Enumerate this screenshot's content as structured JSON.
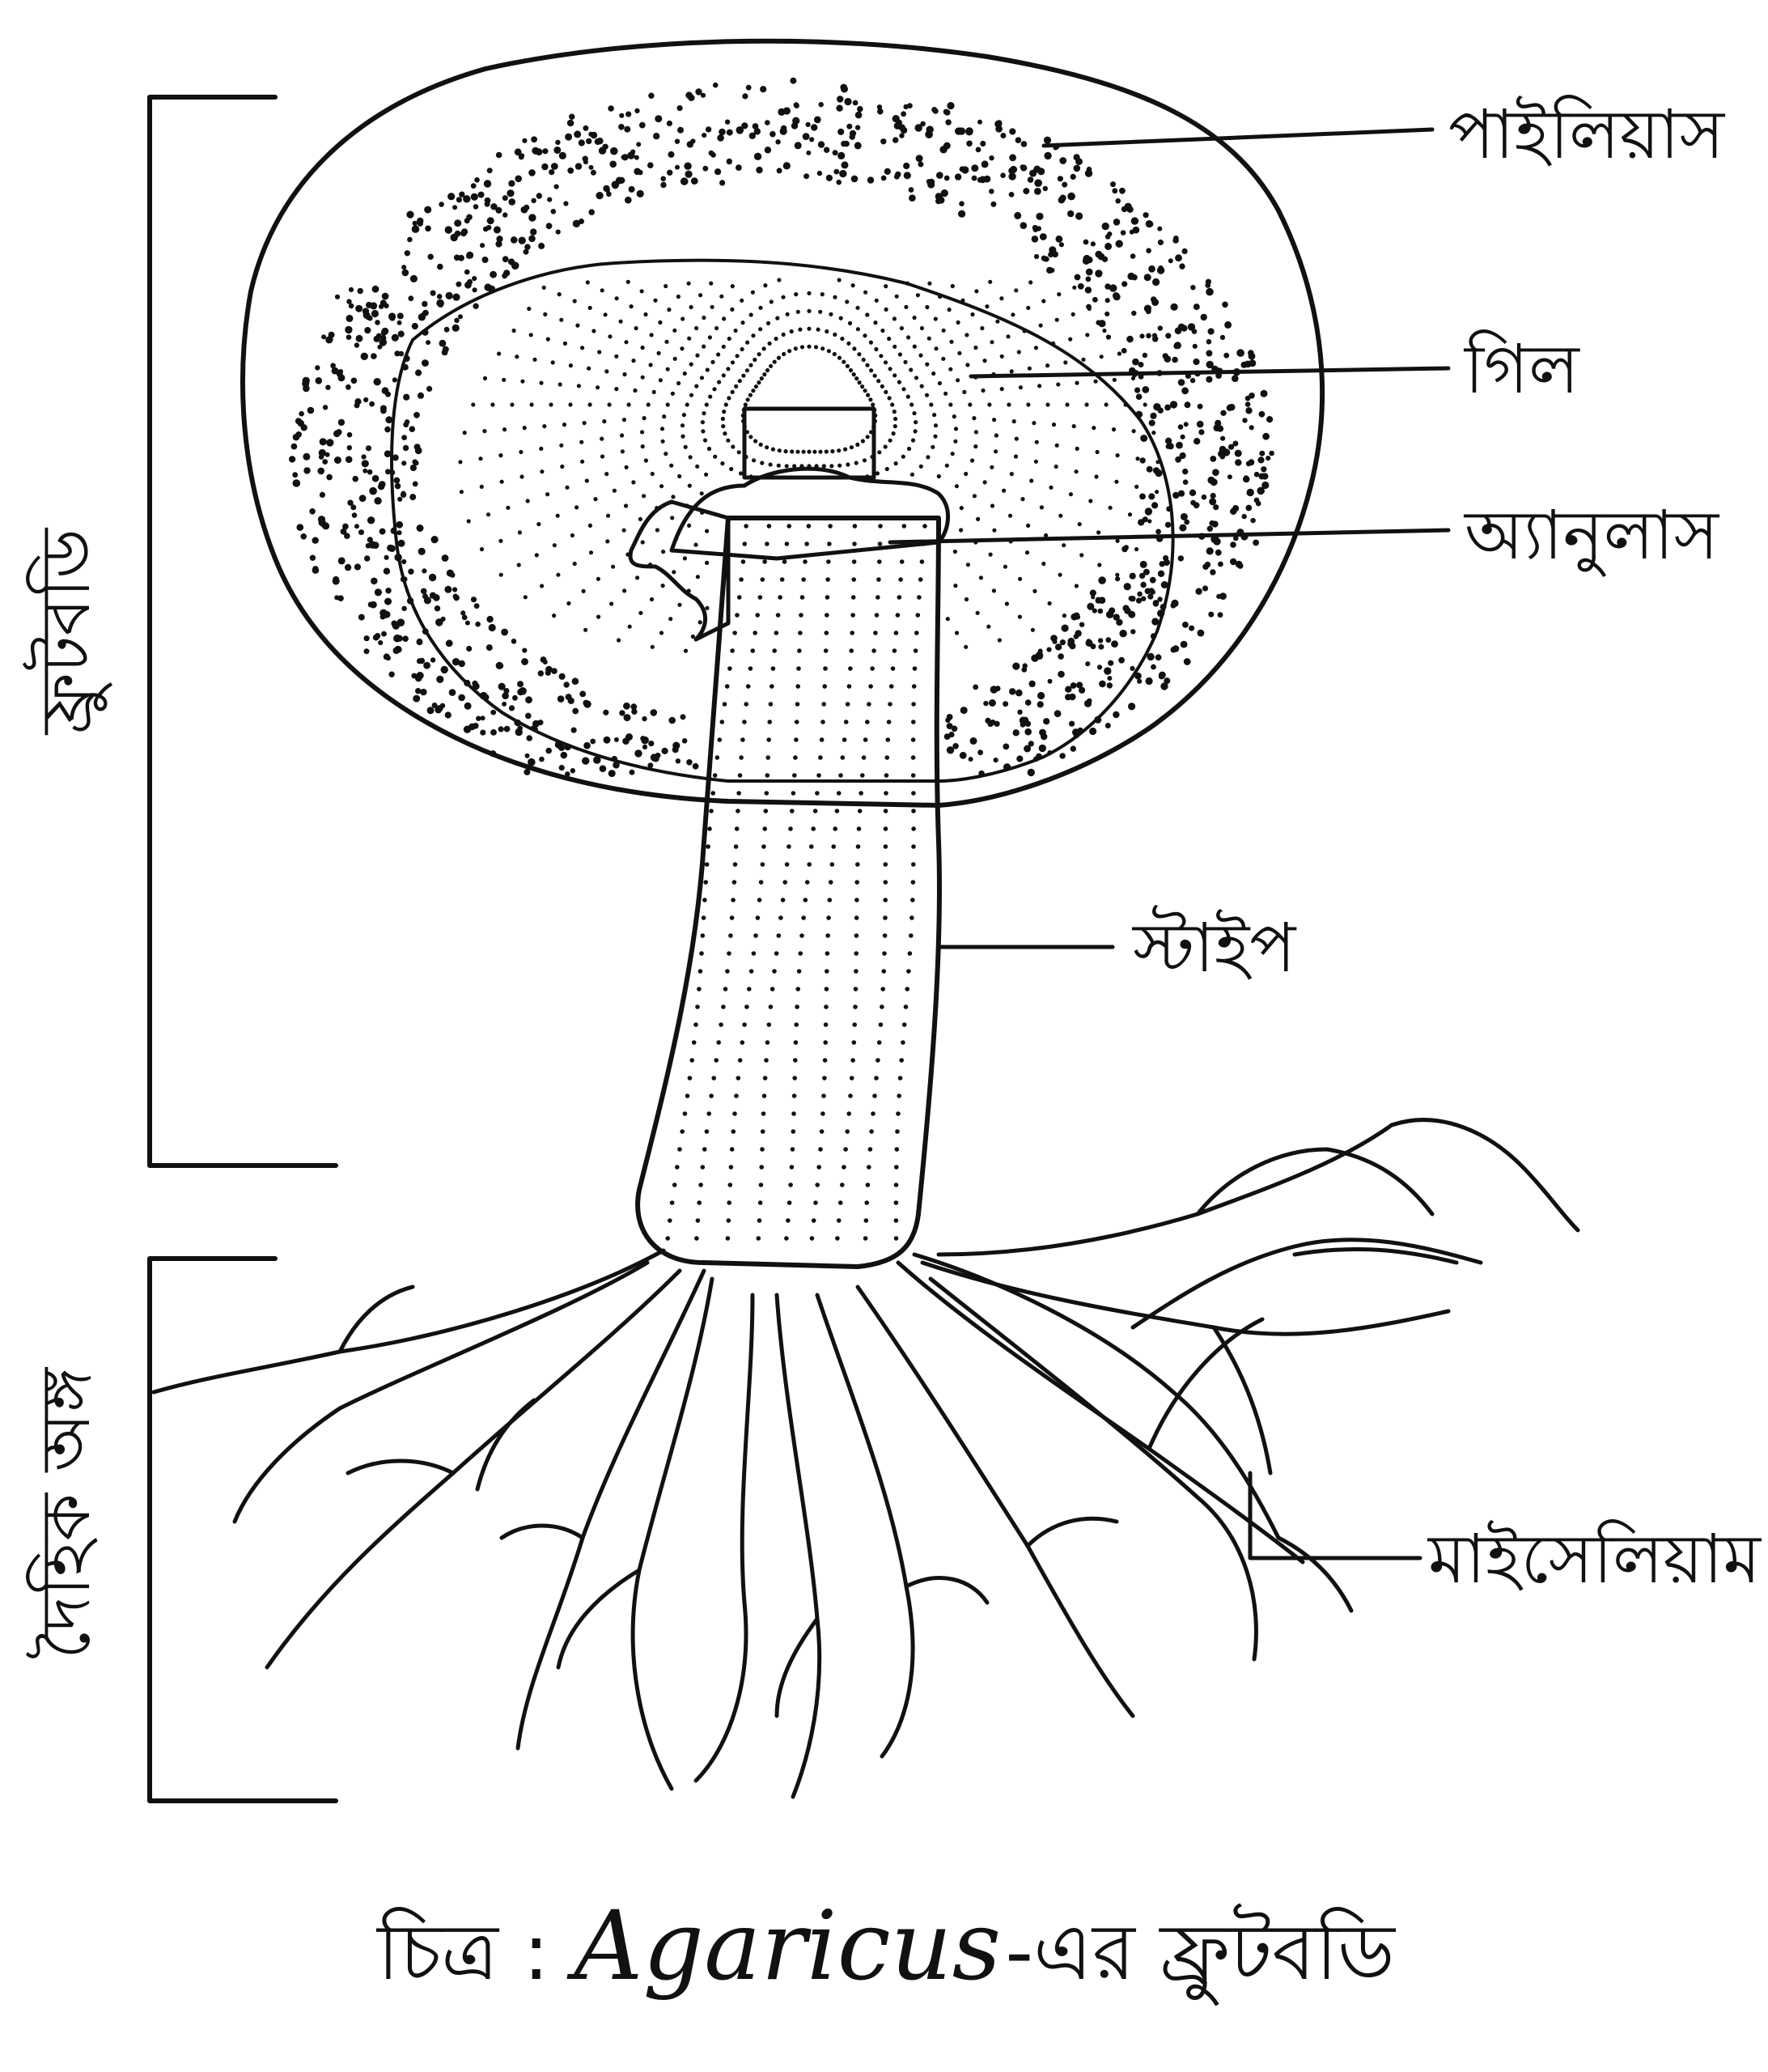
{
  "labels": {
    "pileus": "পাইলিয়াস",
    "gill": "গিল",
    "annulus": "অ্যানুলাস",
    "stipe": "স্টাইপ",
    "mycelium": "মাইসেলিয়াম",
    "fruit_body": "ফ্রুটবডি",
    "somatic_part": "দৈহিক অঙ্গ"
  },
  "caption": {
    "prefix": "চিত্র : ",
    "genus": "Agaricus",
    "suffix": "-এর ফ্রুটবডি"
  }
}
